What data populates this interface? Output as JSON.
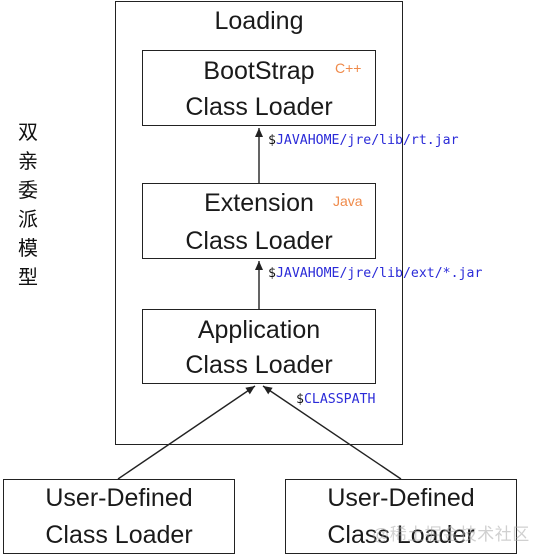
{
  "side_title": "双亲委派模型",
  "container": {
    "title": "Loading"
  },
  "loaders": {
    "bootstrap": {
      "line1": "BootStrap",
      "line2": "Class Loader",
      "lang": "C++"
    },
    "extension": {
      "line1": "Extension",
      "line2": "Class Loader",
      "lang": "Java"
    },
    "application": {
      "line1": "Application",
      "line2": "Class Loader"
    },
    "user_left": {
      "line1": "User-Defined",
      "line2": "Class Loader"
    },
    "user_right": {
      "line1": "User-Defined",
      "line2": "Class Loader"
    }
  },
  "paths": {
    "rt": {
      "dollar": "$",
      "text": "JAVAHOME/jre/lib/rt.jar"
    },
    "ext": {
      "dollar": "$",
      "text": "JAVAHOME/jre/lib/ext/*.jar"
    },
    "classpath": {
      "dollar": "$",
      "text": "CLASSPATH"
    }
  },
  "watermark": "@稀土掘金技术社区",
  "colors": {
    "lang_tag": "#ef8a4a",
    "path_text": "#2b2bd8",
    "stroke": "#222222"
  }
}
